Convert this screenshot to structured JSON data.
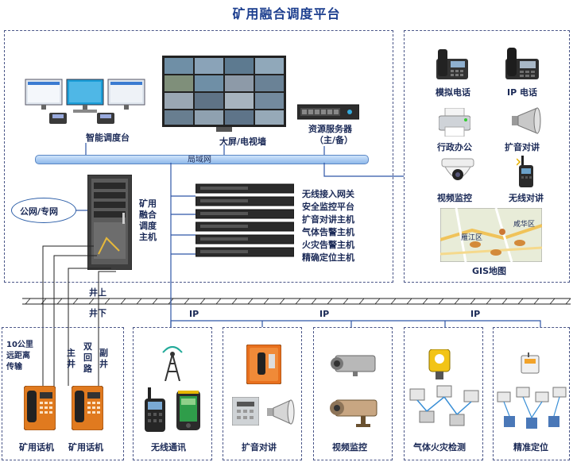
{
  "title": "矿用融合调度平台",
  "center": {
    "dispatch_console": "智能调度台",
    "video_wall": "大屏/电视墙",
    "resource_server": "资源服务器",
    "resource_server_mode": "（主/备）",
    "lan": "局域网",
    "public_network": "公网/专网",
    "host_label": [
      "矿用",
      "融合",
      "调度",
      "主机"
    ],
    "rack_devices": [
      "无线接入网关",
      "安全监控平台",
      "扩音对讲主机",
      "气体告警主机",
      "火灾告警主机",
      "精确定位主机"
    ]
  },
  "terminals": {
    "analog_phone": "模拟电话",
    "ip_phone": "IP 电话",
    "office": "行政办公",
    "pa_intercom": "扩音对讲",
    "video_surveillance": "视频监控",
    "wireless_intercom": "无线对讲",
    "gis_map": "GIS地图",
    "map_district": "咸华区",
    "map_district_2": "雁江区"
  },
  "divider": {
    "above": "井上",
    "below": "井下"
  },
  "links": {
    "ip": [
      "IP",
      "IP",
      "IP"
    ]
  },
  "phone_link": {
    "long_distance": [
      "10公里",
      "远距离",
      "传输"
    ],
    "main_shaft": [
      "主",
      "井"
    ],
    "dual_loop": [
      "双",
      "回",
      "路"
    ],
    "aux_shaft": [
      "副",
      "井"
    ]
  },
  "underground": {
    "mine_phone_1": "矿用话机",
    "mine_phone_2": "矿用话机",
    "wireless_comm": "无线通讯",
    "pa_intercom": "扩音对讲",
    "video_surveillance": "视频监控",
    "gas_fire_detection": "气体火灾检测",
    "precise_positioning": "精准定位"
  }
}
